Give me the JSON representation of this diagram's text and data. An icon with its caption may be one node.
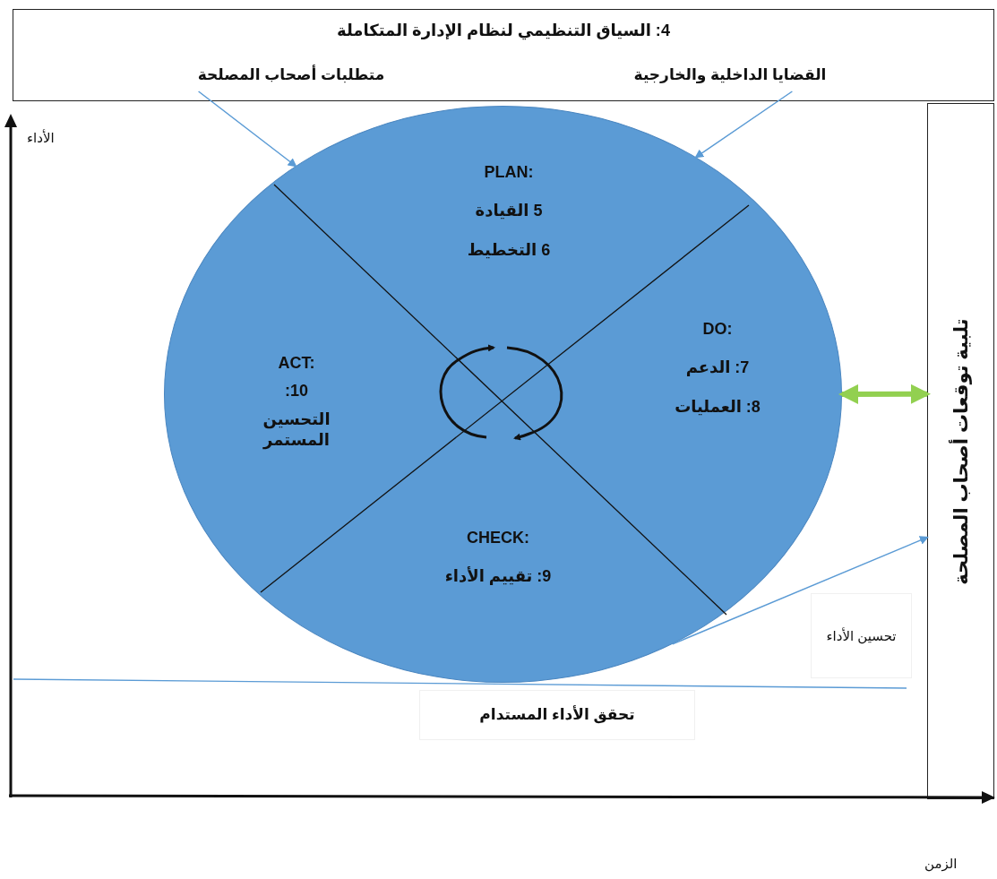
{
  "diagram": {
    "nodes": [
      {
        "text": [
          "4: السياق التنظيمي لنظام الإدارة المتكاملة"
        ]
      },
      {
        "text": [
          "متطلبات أصحاب المصلحة"
        ],
        "in": 0
      },
      {
        "text": [
          "القضايا الداخلية والخارجية"
        ],
        "in": 0
      },
      {
        "text": [],
        "shape": "circle"
      },
      {
        "text": [
          "PLAN:",
          "5 القيادة",
          "6 التخطيط"
        ],
        "in": 3
      },
      {
        "text": [
          "DO:",
          "7: الدعم",
          "8: العمليات"
        ],
        "in": 3
      },
      {
        "text": [
          "CHECK:",
          "9: تقييم الأداء"
        ],
        "in": 3
      },
      {
        "text": [
          "ACT:",
          ":10",
          "التحسين المستمر"
        ],
        "in": 3
      },
      {
        "text": [
          "تلبية توقعات أصحاب المصلحة"
        ]
      }
    ],
    "edges": [
      {
        "from": 1,
        "to": 3,
        "arrow": "to"
      },
      {
        "from": 2,
        "to": 3,
        "arrow": "to"
      },
      {
        "from": 3,
        "to": 8,
        "arrow": "both",
        "style": "thick",
        "color": "#92d050"
      },
      {
        "from": 3,
        "to": 8,
        "arrow": "to"
      }
    ],
    "labels": [
      "الأداء",
      "تحسين الأداء",
      "تحقق الأداء المستدام",
      "الزمن"
    ]
  }
}
